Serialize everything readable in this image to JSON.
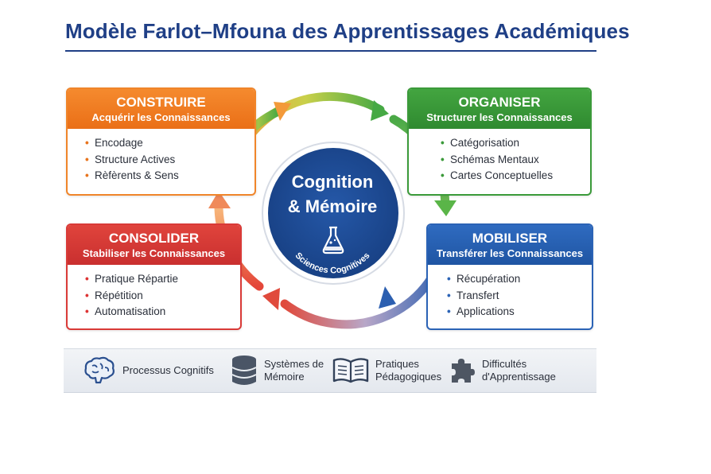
{
  "title": "Modèle Farlot–Mfouna des Apprentissages Académiques",
  "boxes": {
    "construire": {
      "title": "CONSTRUIRE",
      "subtitle": "Acquérir les Connaissances",
      "items": [
        "Encodage",
        "Structure Actives",
        "Rèfèrents & Sens"
      ],
      "color": "#ee7a22"
    },
    "organiser": {
      "title": "ORGANISER",
      "subtitle": "Structurer les Connaissances",
      "items": [
        "Catégorisation",
        "Schémas Mentaux",
        "Cartes Conceptuelles"
      ],
      "color": "#3b9a3a"
    },
    "consolider": {
      "title": "CONSOLIDER",
      "subtitle": "Stabiliser les Connaissances",
      "items": [
        "Pratique Répartie",
        "Répétition",
        "Automatisation"
      ],
      "color": "#d93a37"
    },
    "mobiliser": {
      "title": "MOBILISER",
      "subtitle": "Transférer les Connaissances",
      "items": [
        "Récupération",
        "Transfert",
        "Applications"
      ],
      "color": "#2b63b6"
    }
  },
  "center": {
    "line1": "Cognition",
    "line2": "& Mémoire",
    "arc_label": "Sciences Cognitives",
    "icon": "flask-icon",
    "color": "#1f4a93"
  },
  "bullet": "•",
  "footer": [
    {
      "line1": "Processus Cognitifs",
      "line2": "",
      "icon": "brain-icon"
    },
    {
      "line1": "Systèmes de",
      "line2": "Mémoire",
      "icon": "database-icon"
    },
    {
      "line1": "Pratiques",
      "line2": "Pédagogiques",
      "icon": "book-icon"
    },
    {
      "line1": "Difficultés",
      "line2": "d'Apprentissage",
      "icon": "puzzle-icon"
    }
  ]
}
